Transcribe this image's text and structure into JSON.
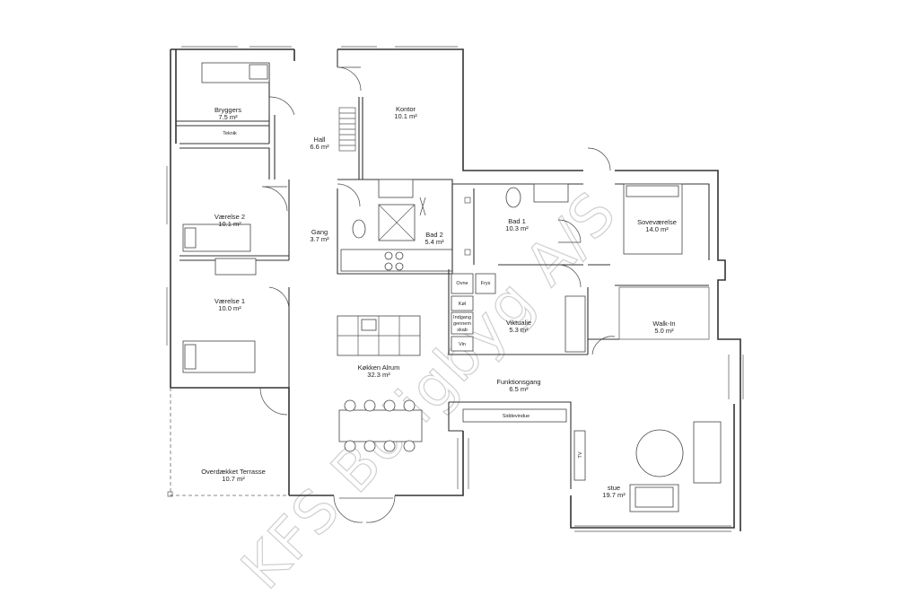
{
  "rooms": {
    "bryggers": {
      "name": "Bryggers",
      "area": "7.5 m²"
    },
    "teknik": {
      "name": "Teknik"
    },
    "hall": {
      "name": "Hall",
      "area": "6.6 m²"
    },
    "kontor": {
      "name": "Kontor",
      "area": "10.1 m²"
    },
    "vaerelse2": {
      "name": "Værelse 2",
      "area": "10.1 m²"
    },
    "gang": {
      "name": "Gang",
      "area": "3.7 m²"
    },
    "bad2": {
      "name": "Bad 2",
      "area": "5.4 m²"
    },
    "bad1": {
      "name": "Bad 1",
      "area": "10.3 m²"
    },
    "sovevaerelse": {
      "name": "Soveværelse",
      "area": "14.0 m²"
    },
    "vaerelse1": {
      "name": "Værelse 1",
      "area": "10.0 m²"
    },
    "viktualie": {
      "name": "Viktualie",
      "area": "5.3 m²"
    },
    "walkin": {
      "name": "Walk-In",
      "area": "5.0 m²"
    },
    "koekken": {
      "name": "Køkken Alrum",
      "area": "32.3 m²"
    },
    "funktionsgang": {
      "name": "Funktionsgang",
      "area": "6.5 m²"
    },
    "terrasse": {
      "name": "Overdækket Terrasse",
      "area": "10.7 m²"
    },
    "stue": {
      "name": "stue",
      "area": "19.7 m²"
    }
  },
  "appliances": {
    "ovne": "Ovne",
    "frys": "Frys",
    "koel": "Køl",
    "indgang": [
      "Indgang",
      "gennem",
      "skab"
    ],
    "vin": "Vin",
    "siddevindue": "Siddevindue",
    "tv": "TV"
  },
  "watermark": "KFS Boligbyg A/S"
}
